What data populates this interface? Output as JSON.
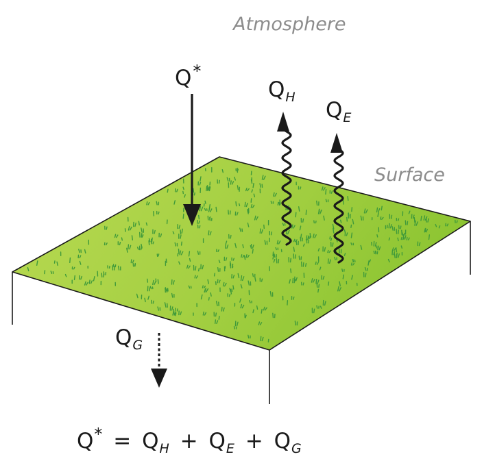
{
  "labels": {
    "atmosphere": "Atmosphere",
    "surface": "Surface"
  },
  "fluxes": {
    "net_radiation": {
      "symbol": "Q",
      "mark": "*"
    },
    "sensible_heat": {
      "symbol": "Q",
      "sub": "H"
    },
    "latent_heat": {
      "symbol": "Q",
      "sub": "E"
    },
    "ground_heat": {
      "symbol": "Q",
      "sub": "G"
    }
  },
  "equation": {
    "lhs_symbol": "Q",
    "lhs_mark": "*",
    "equals": "=",
    "plus": "+",
    "t1_symbol": "Q",
    "t1_sub": "H",
    "t2_symbol": "Q",
    "t2_sub": "E",
    "t3_symbol": "Q",
    "t3_sub": "G"
  },
  "colors": {
    "surface_light": "#b6d84e",
    "surface_dark": "#8fc532",
    "grass": "#3f9a3a",
    "outline": "#1a1a1a",
    "label_gray": "#8c8c8c"
  }
}
